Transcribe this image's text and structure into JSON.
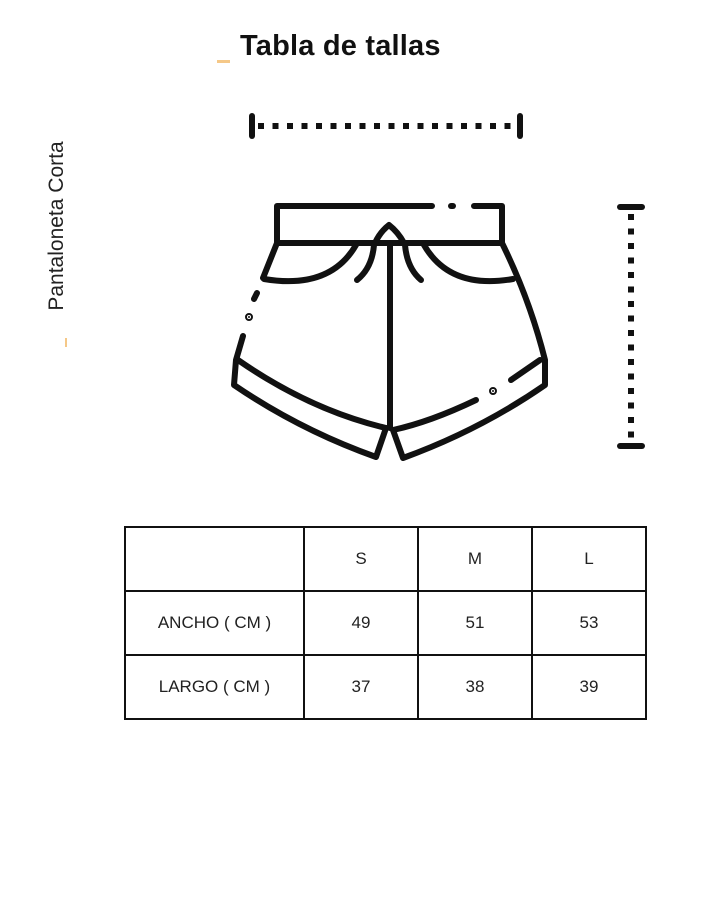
{
  "header": {
    "title": "Tabla de tallas"
  },
  "garment": {
    "name": "Pantaloneta Corta"
  },
  "colors": {
    "accent": "#f5c888",
    "ink": "#111111"
  },
  "table": {
    "columns": [
      "",
      "S",
      "M",
      "L"
    ],
    "rows": [
      {
        "label": "ANCHO ( CM )",
        "values": [
          "49",
          "51",
          "53"
        ]
      },
      {
        "label": "LARGO ( CM )",
        "values": [
          "37",
          "38",
          "39"
        ]
      }
    ]
  }
}
